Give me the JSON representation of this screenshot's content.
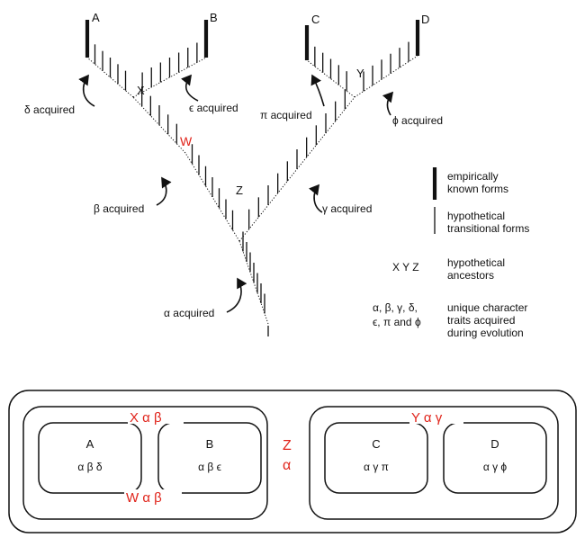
{
  "tree": {
    "tips": {
      "a": "A",
      "b": "B",
      "c": "C",
      "d": "D"
    },
    "ancestors": {
      "x": "X",
      "y": "Y",
      "z": "Z",
      "w": "W"
    },
    "acquired": {
      "delta": "δ acquired",
      "epsilon": "ϵ acquired",
      "pi": "π acquired",
      "phi": "ϕ acquired",
      "beta": "β acquired",
      "gamma": "γ acquired",
      "alpha": "α acquired"
    }
  },
  "legend": {
    "known_1": "empirically",
    "known_2": "known forms",
    "trans_1": "hypothetical",
    "trans_2": "transitional forms",
    "anc_symbols": "X Y Z",
    "anc_1": "hypothetical",
    "anc_2": "ancestors",
    "traits_sym_1": "α, β, γ, δ,",
    "traits_sym_2": "ϵ, π and ϕ",
    "traits_1": "unique character",
    "traits_2": "traits acquired",
    "traits_3": "during evolution"
  },
  "nested": {
    "box_a": {
      "name": "A",
      "traits": "α β δ"
    },
    "box_b": {
      "name": "B",
      "traits": "α β ϵ"
    },
    "box_c": {
      "name": "C",
      "traits": "α γ π"
    },
    "box_d": {
      "name": "D",
      "traits": "α γ ϕ"
    },
    "x_label": "X α β",
    "w_label": "W α β",
    "y_label": "Y α γ",
    "z_label": "Z",
    "z_alpha": "α"
  },
  "colors": {
    "highlight": "#e0241b",
    "ink": "#111111"
  }
}
